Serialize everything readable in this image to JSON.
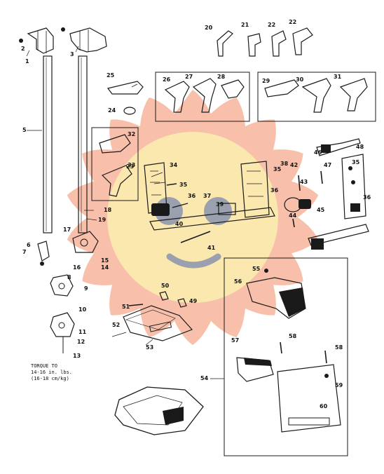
{
  "diagram": {
    "part_numbers": [
      "1",
      "2",
      "3",
      "5",
      "6",
      "7",
      "8",
      "9",
      "10",
      "11",
      "12",
      "13",
      "14",
      "15",
      "16",
      "17",
      "18",
      "19",
      "20",
      "21",
      "22",
      "23",
      "24",
      "25",
      "26",
      "27",
      "28",
      "29",
      "30",
      "31",
      "32",
      "33",
      "34",
      "35",
      "36",
      "37",
      "38",
      "39",
      "40",
      "41",
      "42",
      "43",
      "44",
      "45",
      "46",
      "47",
      "48",
      "49",
      "50",
      "51",
      "52",
      "53",
      "54",
      "55",
      "56",
      "57",
      "58",
      "59",
      "60"
    ],
    "torque_note": {
      "line1": "TORQUE TO",
      "line2": "14-16 in. lbs.",
      "line3": "(16-18 cm/kg)"
    },
    "overlay": {
      "colors": {
        "burst": "#f6a98e",
        "disc": "#fbeeb0",
        "eyes": "#9aa0ad",
        "mouth": "#9aa0ad"
      }
    }
  }
}
